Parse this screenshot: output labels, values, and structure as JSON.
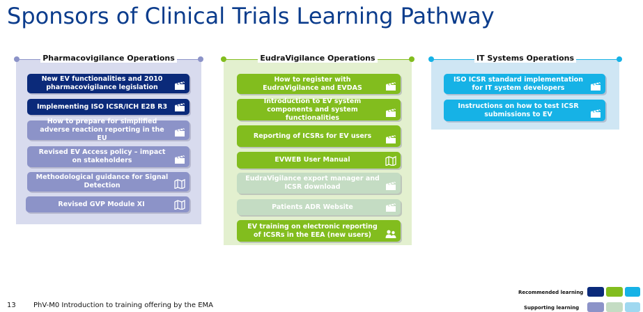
{
  "page_title": "Sponsors of Clinical Trials Learning Pathway",
  "colors": {
    "dark_blue": "#0b2a7a",
    "light_purple": "#8c93c8",
    "green": "#82bd1e",
    "light_green": "#c4dcc3",
    "cyan": "#16b2e6",
    "panel_purple_bg": "#d8dbee",
    "panel_green_bg": "#e3f0cf",
    "panel_blue_bg": "#cfe6f4"
  },
  "panels": [
    {
      "title": "Pharmacovigilance Operations",
      "items": [
        {
          "label": "New EV functionalities and 2010 pharmacovigilance legislation",
          "icon": "clapperboard-icon",
          "style": "recommended"
        },
        {
          "label": "Implementing ISO ICSR/ICH E2B R3",
          "icon": "clapperboard-icon",
          "style": "recommended"
        },
        {
          "label": "How to prepare for simplified adverse reaction reporting in the EU",
          "icon": "clapperboard-icon",
          "style": "supporting"
        },
        {
          "label": "Revised EV Access policy – impact on stakeholders",
          "icon": "clapperboard-icon",
          "style": "supporting"
        },
        {
          "label": "Methodological guidance for Signal Detection",
          "icon": "map-icon",
          "style": "supporting"
        },
        {
          "label": "Revised GVP Module XI",
          "icon": "map-icon",
          "style": "supporting"
        }
      ]
    },
    {
      "title": "EudraVigilance Operations",
      "items": [
        {
          "label": "How to register with EudraVigilance and EVDAS",
          "icon": "clapperboard-icon",
          "style": "recommended"
        },
        {
          "label": "Introduction to EV system components and system functionalities",
          "icon": "clapperboard-icon",
          "style": "recommended"
        },
        {
          "label": "Reporting of ICSRs for EV users",
          "icon": "clapperboard-icon",
          "style": "recommended"
        },
        {
          "label": "EVWEB User Manual",
          "icon": "map-icon",
          "style": "recommended"
        },
        {
          "label": "EudraVigilance export manager and ICSR download",
          "icon": "clapperboard-icon",
          "style": "supporting"
        },
        {
          "label": "Patients ADR Website",
          "icon": "clapperboard-icon",
          "style": "supporting"
        },
        {
          "label": "EV training on electronic reporting of ICSRs in the EEA (new users)",
          "icon": "people-icon",
          "style": "recommended"
        }
      ]
    },
    {
      "title": "IT Systems Operations",
      "items": [
        {
          "label": "ISO ICSR standard implementation for IT system developers",
          "icon": "clapperboard-icon",
          "style": "recommended"
        },
        {
          "label": "Instructions on how to test ICSR submissions to EV",
          "icon": "clapperboard-icon",
          "style": "recommended"
        }
      ]
    }
  ],
  "footer": {
    "page_number": "13",
    "text": "PhV-M0 Introduction to training offering by the EMA"
  },
  "legend": {
    "recommended": "Recommended learning",
    "supporting": "Supporting learning"
  }
}
